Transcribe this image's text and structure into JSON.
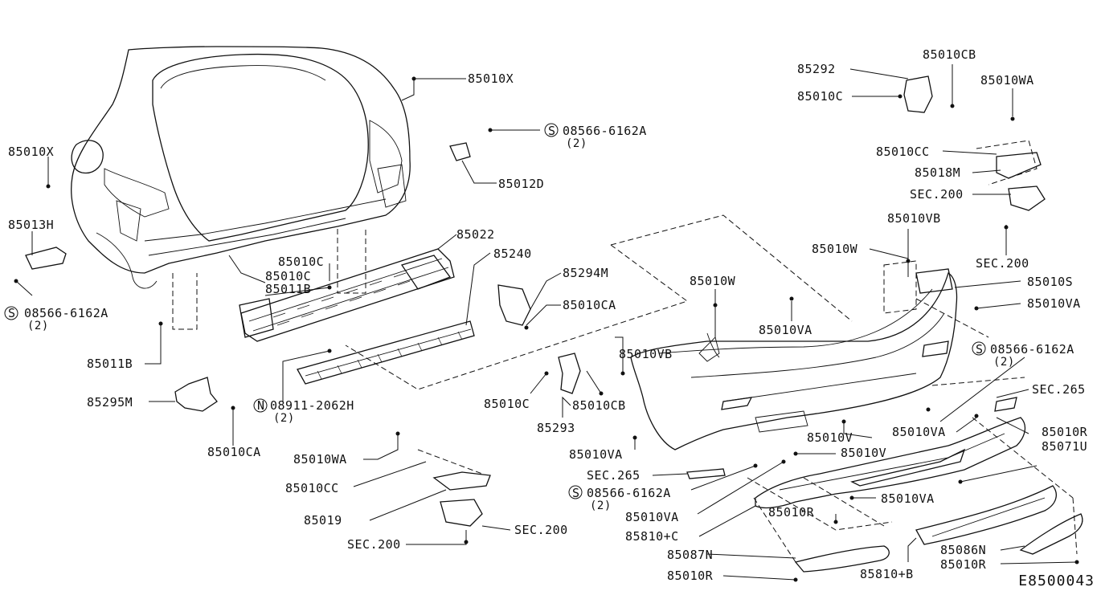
{
  "diagram_code": "E8500043",
  "labels": {
    "85010X_top": "85010X",
    "85010X_left": "85010X",
    "85013H": "85013H",
    "bolt_left": "08566-6162A",
    "bolt_left_qty": "(2)",
    "85011B_left": "85011B",
    "85295M": "85295M",
    "85010CA_bottom": "85010CA",
    "85010C_center": "85010C",
    "85010C_center2": "85010C",
    "85011B_center": "85011B",
    "bolt_top": "08566-6162A",
    "bolt_top_qty": "(2)",
    "85012D": "85012D",
    "85022": "85022",
    "85240": "85240",
    "85294M": "85294M",
    "85010CA_center": "85010CA",
    "nut": "08911-2062H",
    "nut_qty": "(2)",
    "85010C_lower": "85010C",
    "85010CB_lower": "85010CB",
    "85293": "85293",
    "85010WA_left": "85010WA",
    "85010CC_left": "85010CC",
    "85019": "85019",
    "SEC200_left_a": "SEC.200",
    "SEC200_left_b": "SEC.200",
    "85292": "85292",
    "85010C_right": "85010C",
    "85010CB_top": "85010CB",
    "85010WA_right": "85010WA",
    "85010CC_right": "85010CC",
    "85018M": "85018M",
    "SEC200_right_a": "SEC.200",
    "SEC200_right_b": "SEC.200",
    "85010VB_top": "85010VB",
    "85010W_right": "85010W",
    "85010S": "85010S",
    "85010VA_r1": "85010VA",
    "85010W_center": "85010W",
    "85010VA_center": "85010VA",
    "85010VB_left": "85010VB",
    "bolt_right": "08566-6162A",
    "bolt_right_qty": "(2)",
    "SEC265_right": "SEC.265",
    "85010V_a": "85010V",
    "85010VA_r2": "85010VA",
    "85010R_r1": "85010R",
    "85071U": "85071U",
    "85010VA_left": "85010VA",
    "85010V_b": "85010V",
    "SEC265_center": "SEC.265",
    "bolt_bottom": "08566-6162A",
    "bolt_bottom_qty": "(2)",
    "85010VA_r3": "85010VA",
    "85010R_center": "85010R",
    "85010VA_bottom": "85010VA",
    "85810C": "85810+C",
    "85087N": "85087N",
    "85010R_bottom": "85010R",
    "85810B": "85810+B",
    "85086N": "85086N",
    "85010R_r2": "85010R"
  }
}
